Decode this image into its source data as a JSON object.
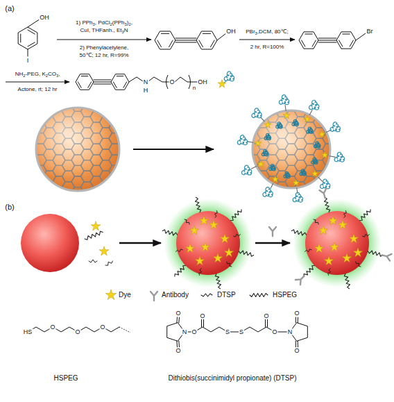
{
  "diagram": {
    "labels": [
      "(a)",
      "OH",
      "I",
      "1) PPh3, PdCl2(PPh3)2,",
      "CuI, THFanh., Et3N",
      "2) Phenylacetylene,",
      "50℃; 12 hr, R=99%",
      "OH",
      "PBr3,DCM, 80℃;",
      "2 hr, R=100%",
      "Br",
      "NH2-PEG, K2CO3,",
      "Actone, rt; 12 hr",
      "N",
      "H",
      "O",
      "n",
      "OH",
      "(b)",
      "HS",
      "O",
      "O",
      "O",
      "HSPEG",
      "O",
      "N",
      "O",
      "O",
      "O",
      "S",
      "S",
      "O",
      "O",
      "N",
      "O",
      "O",
      "Dithiobis(succinimidyl propionate) (DTSP)"
    ],
    "legend": [
      {
        "text": "Dye"
      },
      {
        "text": "Antibody"
      },
      {
        "text": "DTSP"
      },
      {
        "text": "HSPEG"
      }
    ]
  }
}
